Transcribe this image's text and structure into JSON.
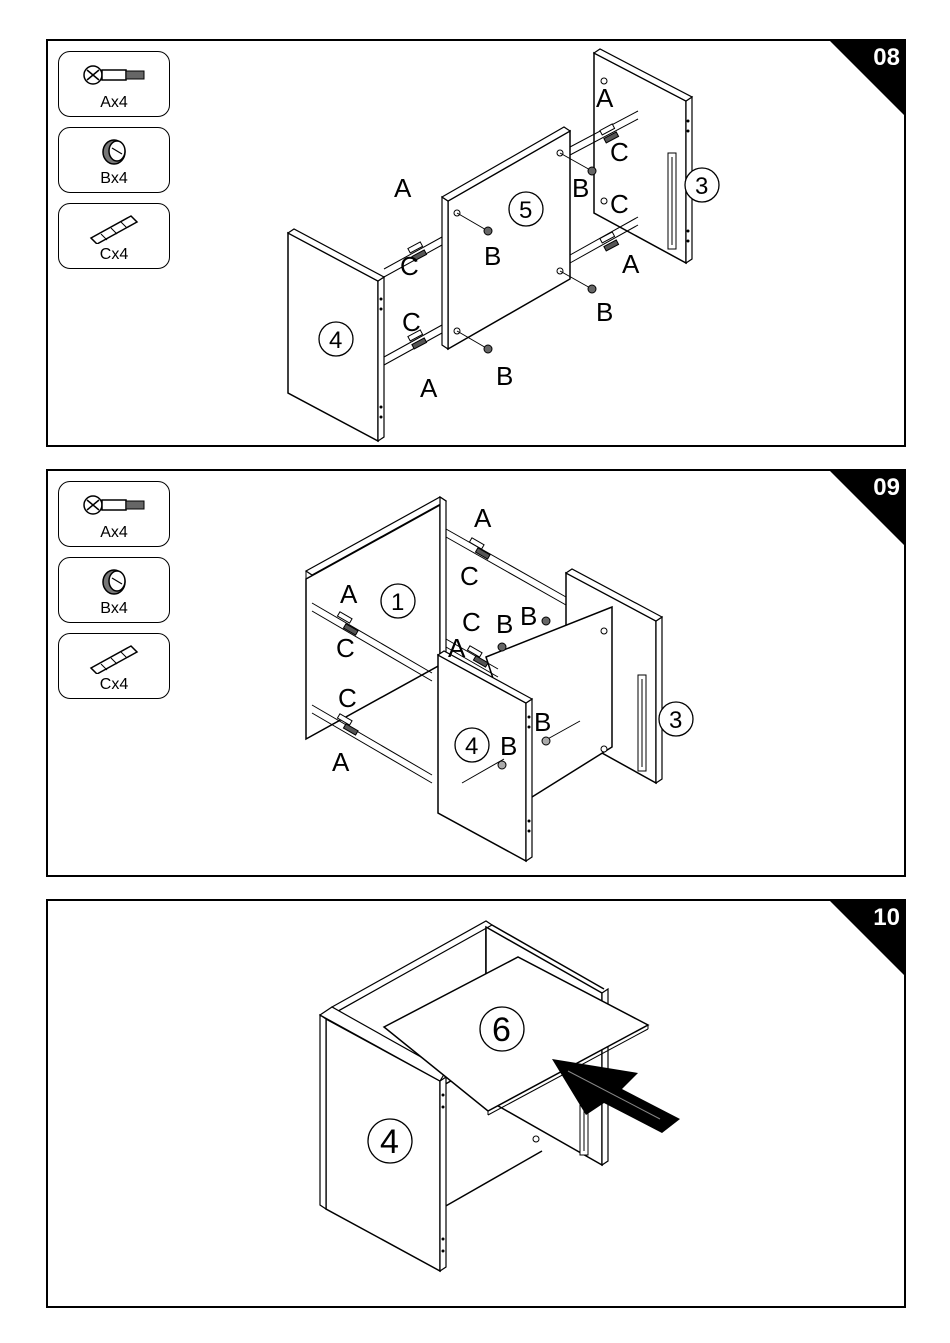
{
  "steps": [
    {
      "number": "08",
      "parts": [
        {
          "icon": "cam-bolt-icon",
          "label": "Ax4"
        },
        {
          "icon": "cam-lock-icon",
          "label": "Bx4"
        },
        {
          "icon": "wooden-dowel-icon",
          "label": "Cx4"
        }
      ],
      "panels": {
        "p1": "4",
        "p2": "5",
        "p3": "3"
      },
      "hardware": {
        "a": "A",
        "b": "B",
        "c": "C"
      }
    },
    {
      "number": "09",
      "parts": [
        {
          "icon": "cam-bolt-icon",
          "label": "Ax4"
        },
        {
          "icon": "cam-lock-icon",
          "label": "Bx4"
        },
        {
          "icon": "wooden-dowel-icon",
          "label": "Cx4"
        }
      ],
      "panels": {
        "p1": "1",
        "p2": "4",
        "p3": "3"
      },
      "hardware": {
        "a": "A",
        "b": "B",
        "c": "C"
      }
    },
    {
      "number": "10",
      "panels": {
        "p1": "4",
        "p2": "6"
      }
    }
  ]
}
